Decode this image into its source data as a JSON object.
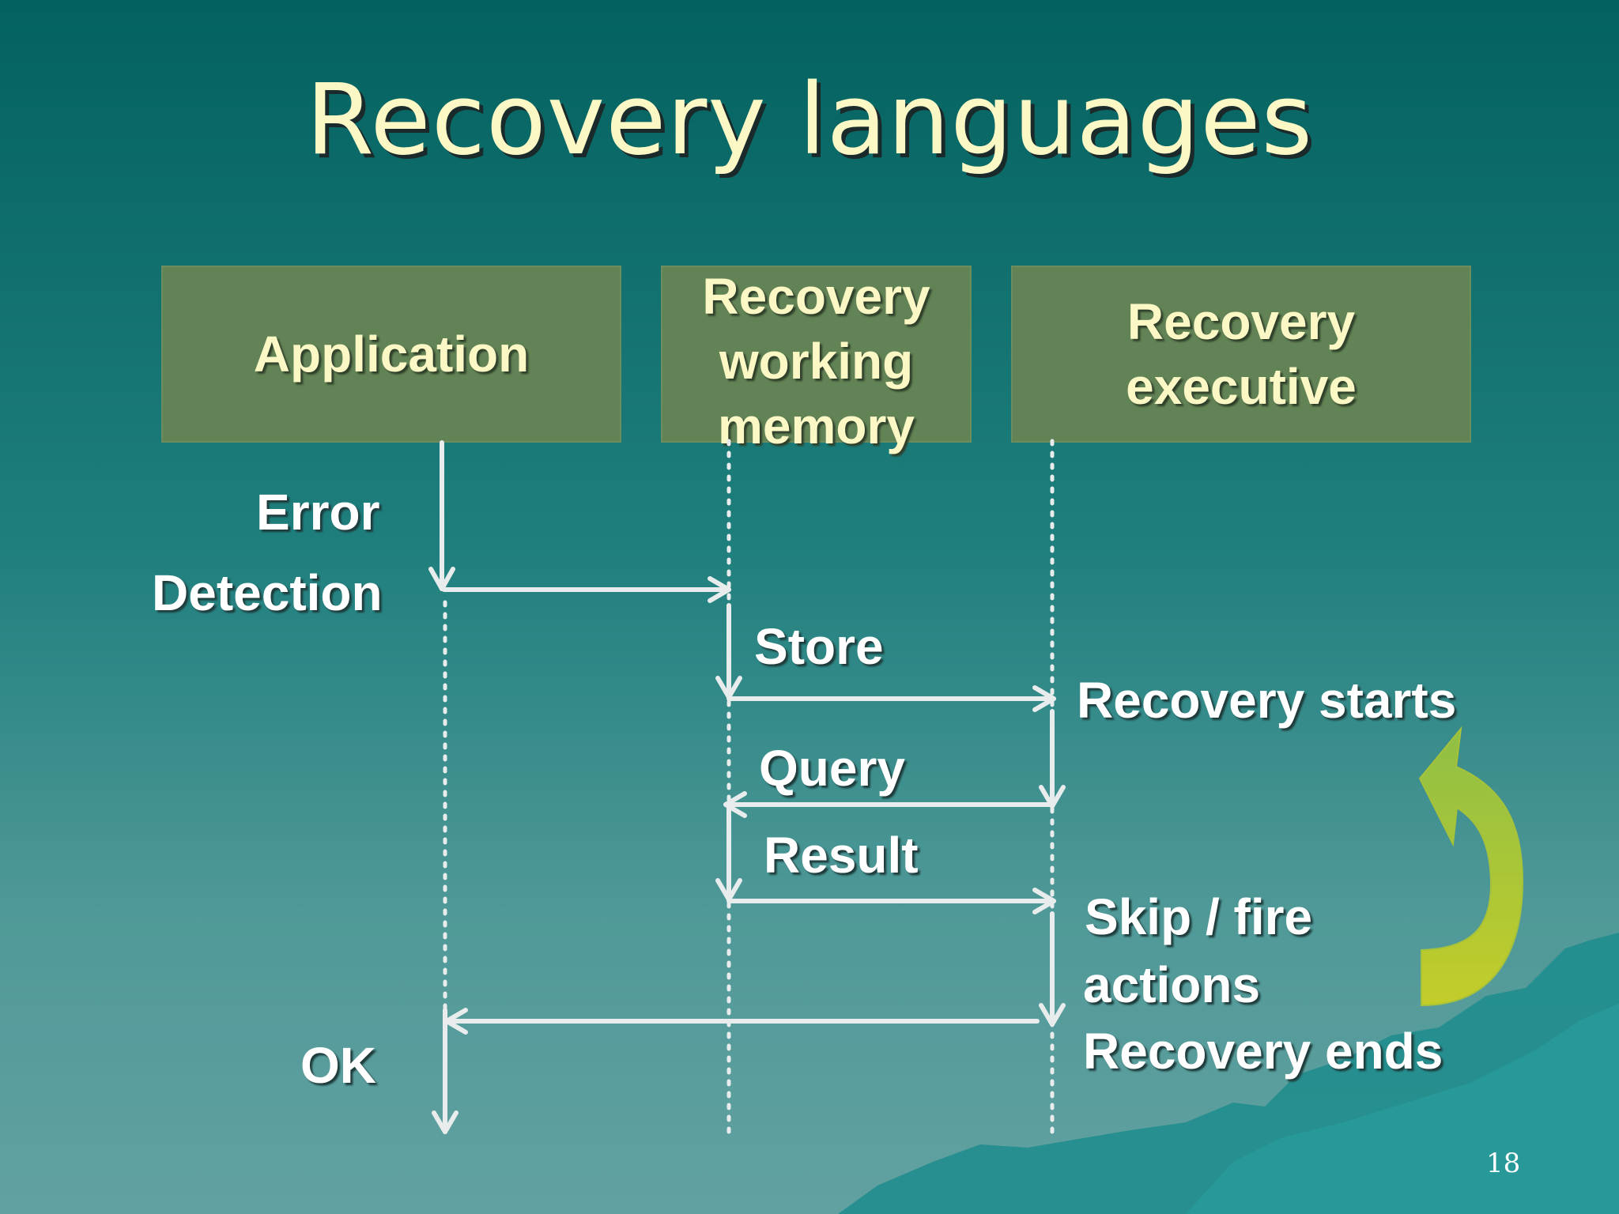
{
  "slide": {
    "title": "Recovery languages",
    "page_number": "18"
  },
  "lanes": {
    "application": "Application",
    "working_memory": "Recovery\nworking\nmemory",
    "executive": "Recovery\nexecutive"
  },
  "labels": {
    "error": "Error",
    "detection": "Detection",
    "store": "Store",
    "recovery_starts": "Recovery starts",
    "query": "Query",
    "result": "Result",
    "skip_fire": "Skip / fire",
    "actions": "actions",
    "recovery_ends": "Recovery ends",
    "ok": "OK"
  },
  "colors": {
    "lane_box": "#628355",
    "title_text": "#fbf8c6",
    "arrow": "#e8ecec",
    "loop_arrow_top": "#8fbf45",
    "loop_arrow_bottom": "#c3cd2a"
  }
}
